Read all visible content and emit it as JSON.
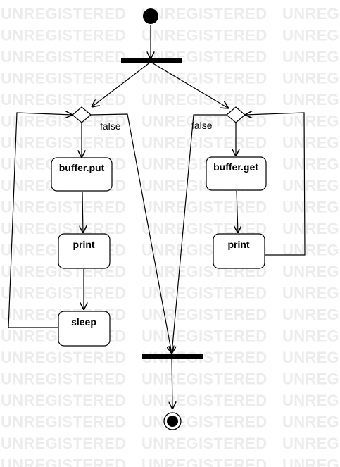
{
  "watermark": {
    "text": "UNREGISTERED",
    "color": "#e8e8e8"
  },
  "colors": {
    "stroke": "#000000",
    "fill": "#ffffff",
    "bar": "#000000"
  },
  "actions": {
    "put": "buffer.put",
    "print_left": "print",
    "sleep": "sleep",
    "get": "buffer.get",
    "print_right": "print"
  },
  "guards": {
    "left": "false",
    "right": "false"
  }
}
